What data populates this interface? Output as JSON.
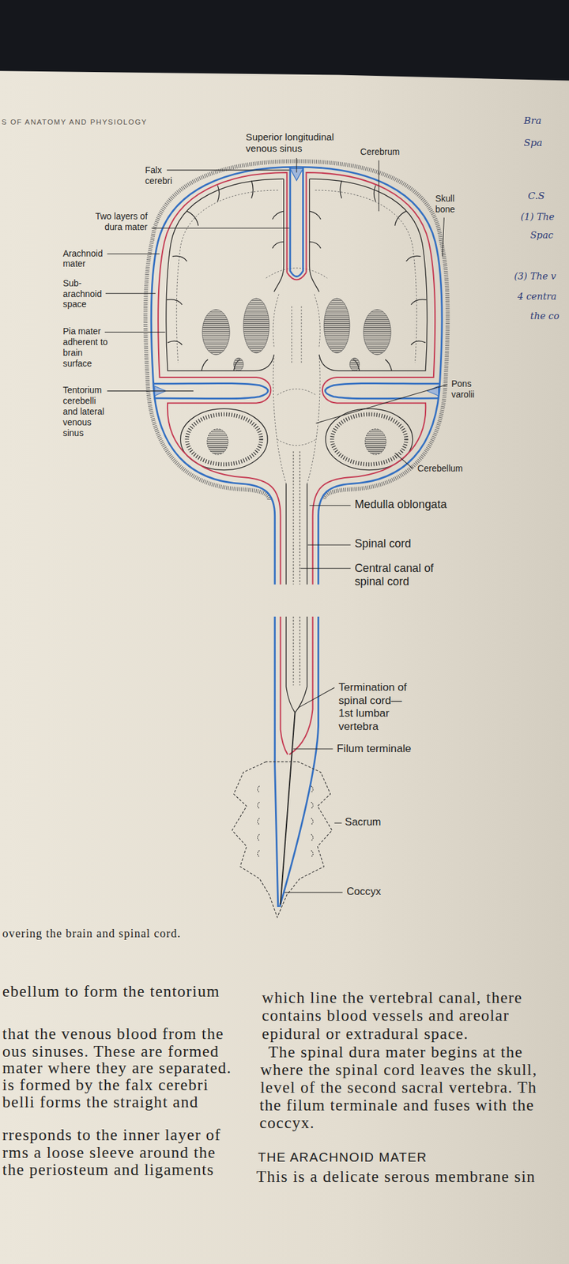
{
  "diagram": {
    "caption": "overing the brain and spinal cord.",
    "labels": [
      "S OF ANATOMY AND PHYSIOLOGY",
      "Bra",
      "Spa",
      "C.S",
      "(1) The",
      "Spac",
      "(3) The v",
      "4 centra",
      "the co",
      "Superior longitudinal venous sinus",
      "Falx cerebri",
      "Cerebrum",
      "Skull bone",
      "Two layers of dura mater",
      "Arachnoid mater",
      "Sub-arachnoid space",
      "Pia mater adherent to brain surface",
      "Tentorium cerebelli and lateral venous sinus",
      "Pons varolii",
      "Cerebellum",
      "Medulla oblongata",
      "Spinal cord",
      "Central canal of spinal cord",
      "Termination of spinal cord— 1st lumbar vertebra",
      "Filum terminale",
      "Sacrum",
      "Coccyx",
      "ebellum to form the tentorium",
      "that the venous blood from the",
      "ous sinuses. These are formed",
      "mater where they are separated.",
      "is formed by the falx cerebri",
      "belli forms the straight and",
      "rresponds to the inner layer of",
      "rms a loose sleeve around the",
      "the periosteum and ligaments",
      "which line the vertebral canal, there",
      "contains blood vessels and areolar",
      "epidural or extradural space.",
      "The spinal dura mater begins at the",
      "where the spinal cord leaves the skull,",
      "level of the second sacral vertebra. Th",
      "the filum terminale and fuses with the",
      "coccyx.",
      "THE ARACHNOID MATER",
      "This is a delicate serous membrane sin"
    ]
  }
}
